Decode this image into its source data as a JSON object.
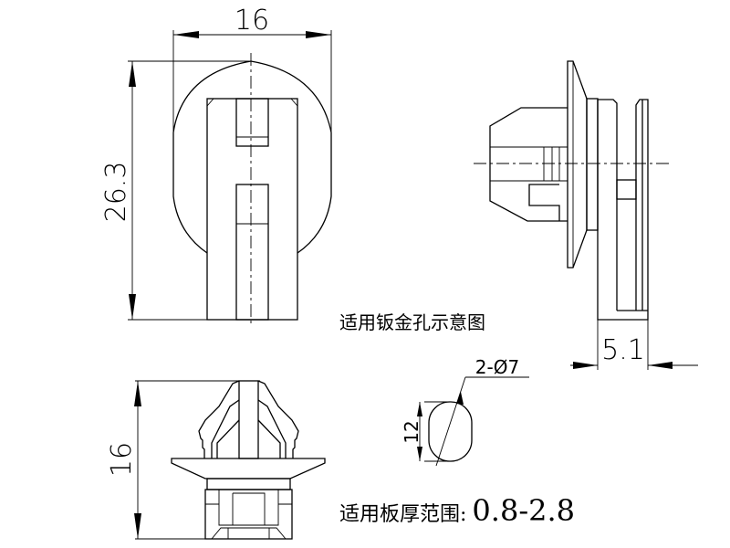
{
  "dimensions": {
    "front_width": "16",
    "front_height": "26.3",
    "side_thickness": "5.1",
    "bottom_height": "16",
    "hole_count_diameter": "2-Ø7",
    "hole_length": "12"
  },
  "captions": {
    "hole_caption": "适用钣金孔示意图",
    "thickness_label": "适用板厚范围:",
    "thickness_value": "0.8-2.8"
  }
}
